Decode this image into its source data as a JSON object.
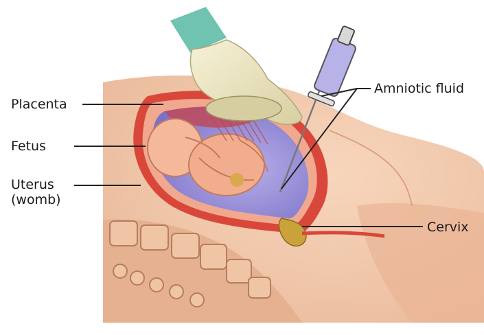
{
  "labels": {
    "placenta": "Placenta",
    "fetus": "Fetus",
    "uterus_line1": "Uterus",
    "uterus_line2": "(womb)",
    "amniotic_fluid": "Amniotic fluid",
    "cervix": "Cervix"
  },
  "colors": {
    "skin": "#f2c6a8",
    "skin_shadow": "#e3a888",
    "uterus_wall": "#d9473b",
    "amniotic": "#8f86d2",
    "glove": "#efe8c6",
    "cuff": "#6fc3b0",
    "cervix": "#c9a23a",
    "leader_line": "#222222"
  }
}
